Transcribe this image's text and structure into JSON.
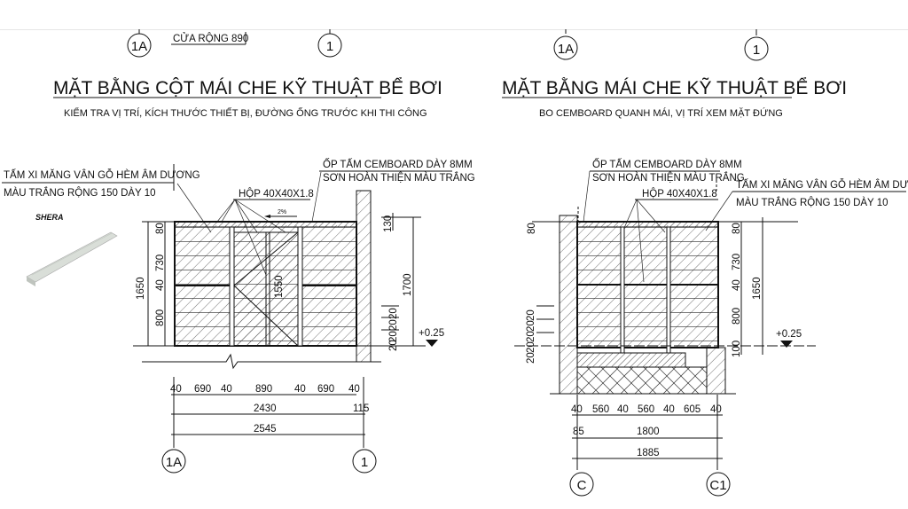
{
  "top_note": "CỬA RỘNG 890",
  "left_plan": {
    "title": "MẶT BẰNG CỘT MÁI CHE KỸ THUẬT BỂ BƠI",
    "subtitle": "KIỂM TRA VỊ TRÍ, KÍCH THƯỚC THIẾT BỊ, ĐƯỜNG ỐNG TRƯỚC KHI THI CÔNG",
    "grid_top": [
      "1A",
      "1"
    ],
    "grid_bottom": [
      "1A",
      "1"
    ],
    "note_panel_1": "TẤM XI MĂNG VÂN GỖ HÈM ÂM DƯƠNG",
    "note_panel_2": "MÀU TRẮNG RỘNG 150 DÀY 10",
    "note_cem_1": "ỐP TẤM CEMBOARD DÀY 8MM",
    "note_cem_2": "SƠN HOÀN THIỆN MÀU TRẮNG",
    "note_box": "HỘP 40X40X1.8",
    "slope": "2%",
    "door_height": "1550",
    "level": "+0.25",
    "dims_left_total": "1650",
    "dims_left": [
      "80",
      "730",
      "40",
      "800"
    ],
    "dims_right": [
      "130",
      "1700"
    ],
    "dims_small": [
      "20",
      "20",
      "20",
      "20"
    ],
    "dims_bottom_1": [
      "40",
      "690",
      "40",
      "890",
      "40",
      "690",
      "40"
    ],
    "dims_bottom_2": [
      "2430",
      "115"
    ],
    "dims_bottom_3": "2545"
  },
  "right_plan": {
    "title": "MẶT BẰNG MÁI CHE KỸ THUẬT BỂ BƠI",
    "subtitle": "BO CEMBOARD QUANH MÁI, VỊ TRÍ XEM MẶT ĐỨNG",
    "grid_top": [
      "1A",
      "1"
    ],
    "grid_bottom": [
      "C",
      "C1"
    ],
    "note_cem_1": "ỐP TẤM CEMBOARD DÀY 8MM",
    "note_cem_2": "SƠN HOÀN THIỆN MÀU TRẮNG",
    "note_box": "HỘP 40X40X1.8",
    "note_panel_1": "TẤM XI MĂNG VÂN GỖ HÈM ÂM DƯƠNG",
    "note_panel_2": "MÀU TRẮNG RỘNG 150 DÀY 10",
    "level": "+0.25",
    "dims_left_small": [
      "80",
      "20",
      "20",
      "20",
      "20",
      "20"
    ],
    "dims_right": [
      "80",
      "730",
      "40",
      "800",
      "100"
    ],
    "dims_right_total": "1650",
    "dims_bottom_1": [
      "40",
      "560",
      "40",
      "560",
      "40",
      "605",
      "40"
    ],
    "dims_bottom_2": [
      "85",
      "1800"
    ],
    "dims_bottom_3": "1885"
  },
  "product_image": {
    "brand_logo": "SHERA",
    "brand_color": "#2aa63a"
  }
}
